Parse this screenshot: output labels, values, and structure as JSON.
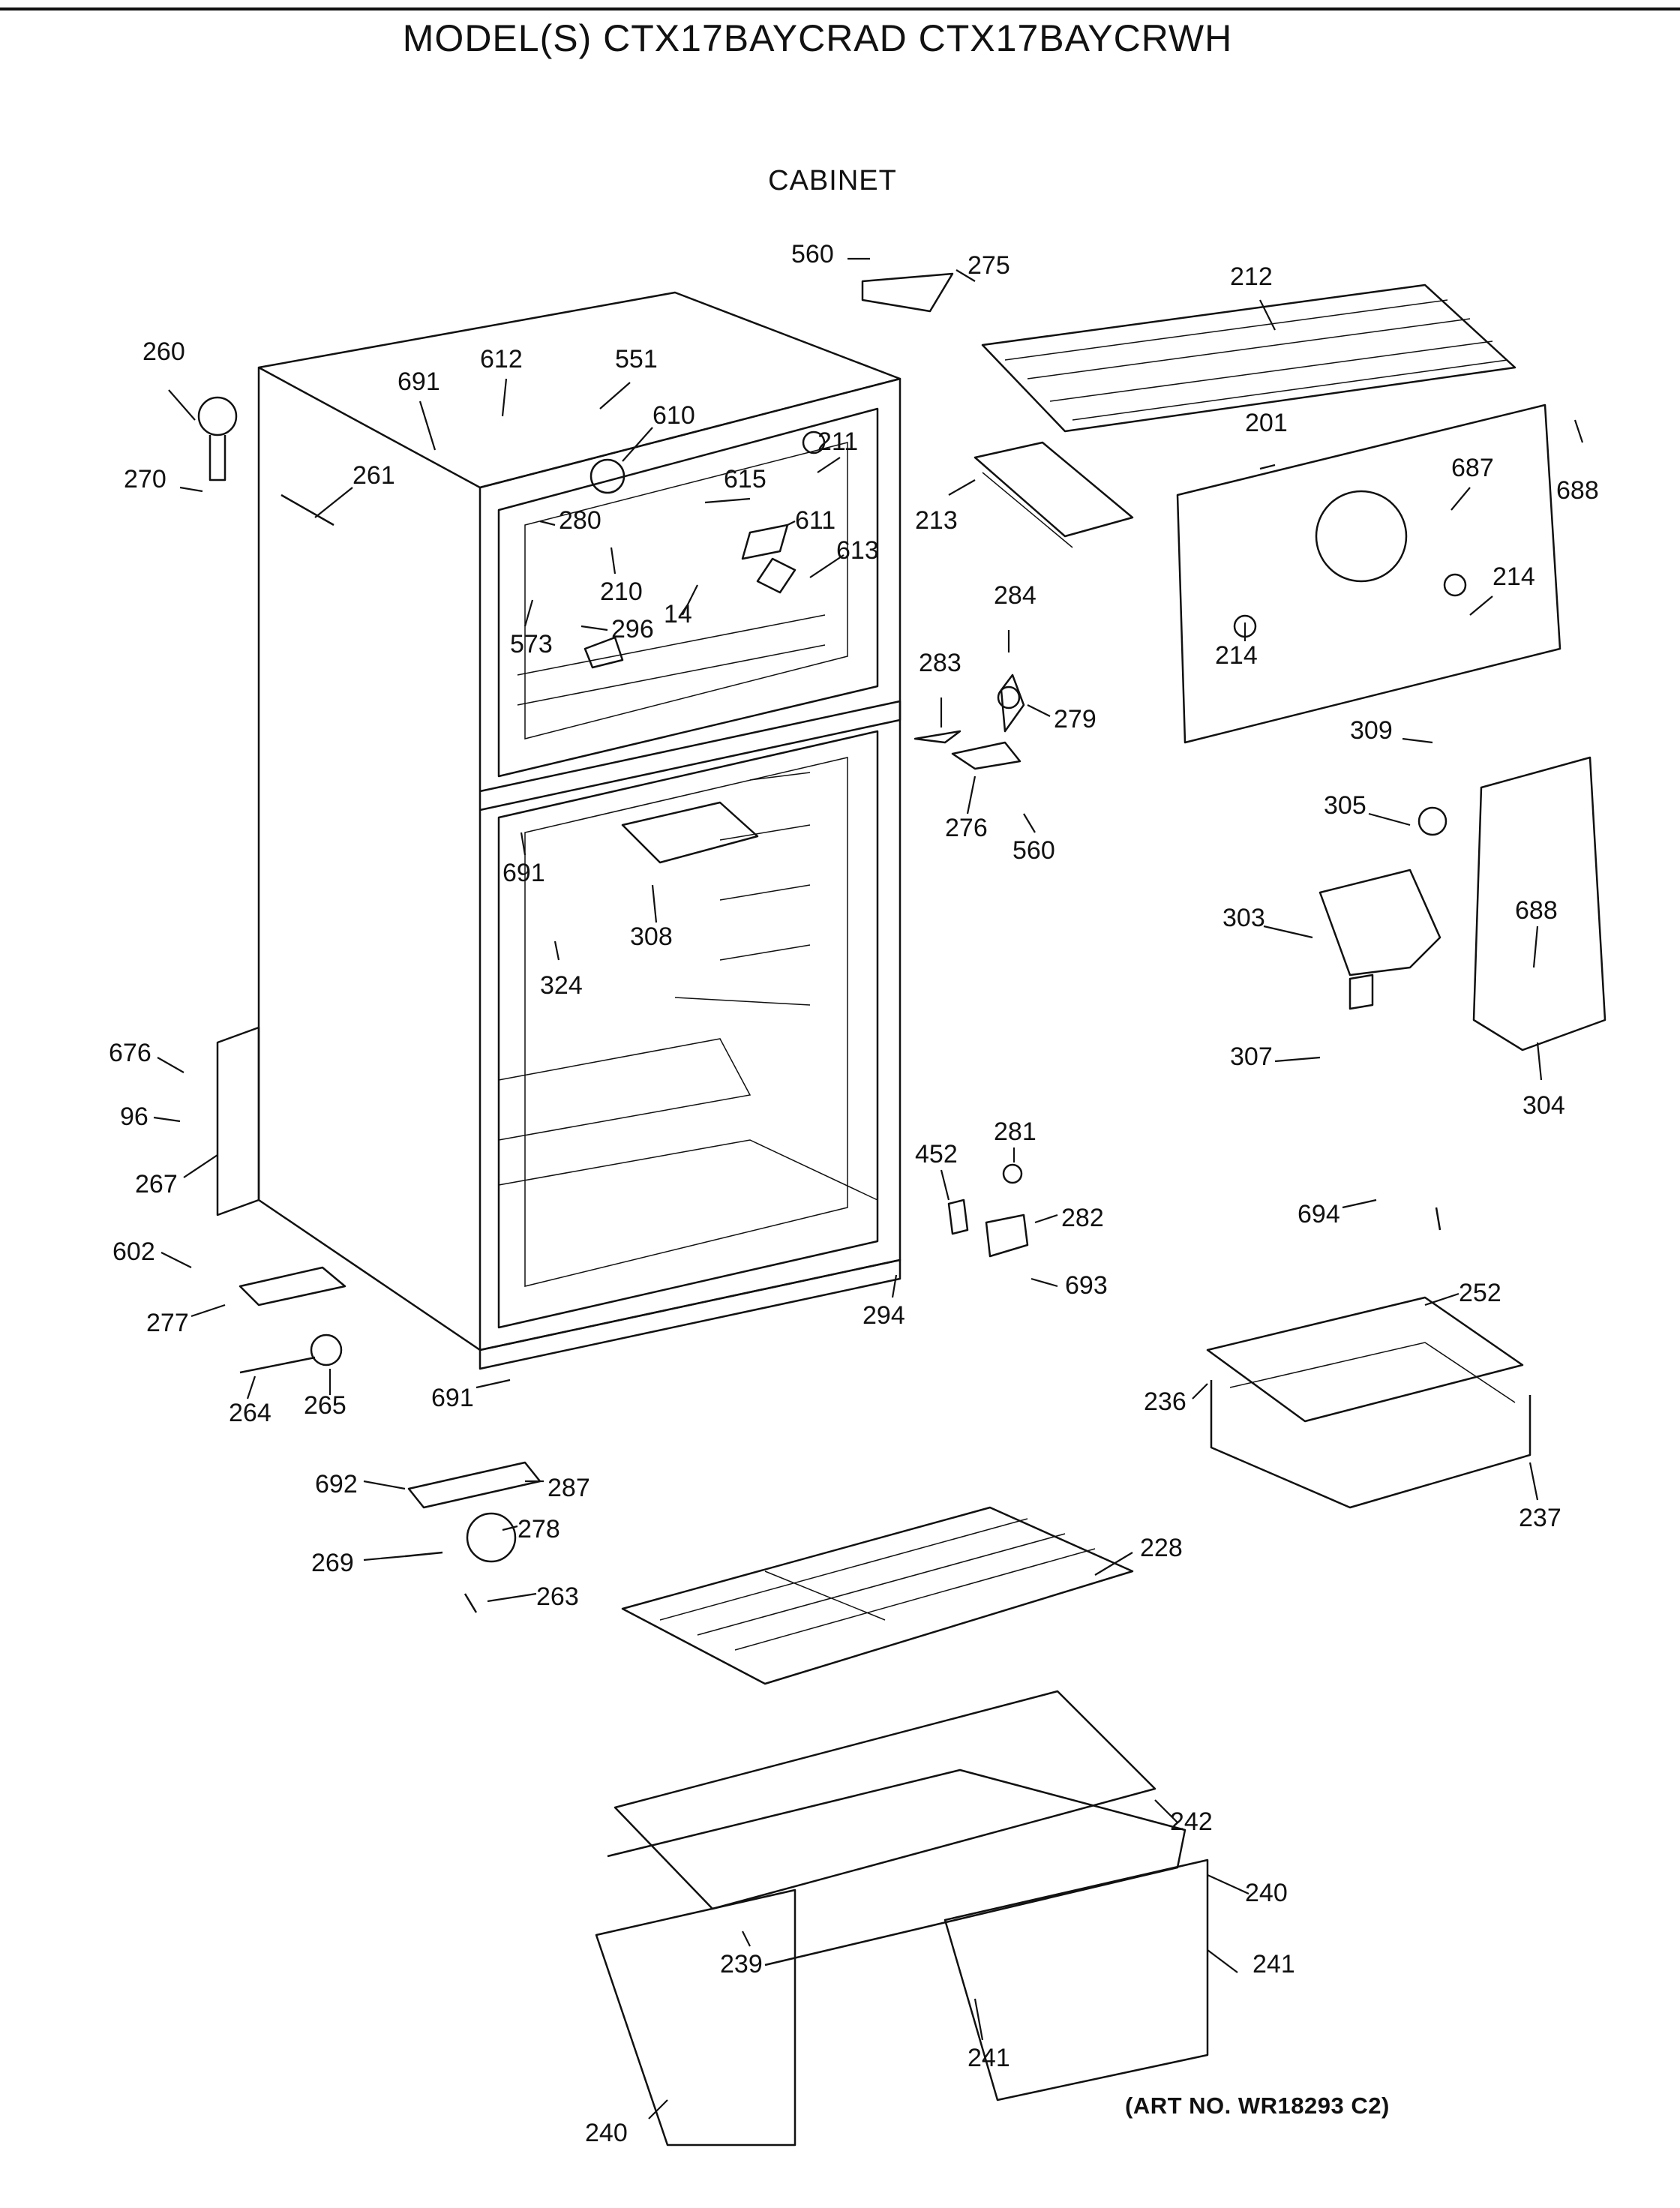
{
  "header": {
    "title": "MODEL(S) CTX17BAYCRAD  CTX17BAYCRWH",
    "section": "CABINET"
  },
  "footer": {
    "art_number": "(ART NO. WR18293 C2)"
  },
  "callouts": [
    "560",
    "275",
    "212",
    "260",
    "691",
    "612",
    "551",
    "610",
    "615",
    "211",
    "201",
    "687",
    "688",
    "270",
    "261",
    "280",
    "611",
    "213",
    "613",
    "210",
    "14",
    "573",
    "296",
    "284",
    "214",
    "214",
    "283",
    "279",
    "309",
    "276",
    "560",
    "305",
    "691",
    "308",
    "688",
    "303",
    "324",
    "676",
    "307",
    "304",
    "96",
    "452",
    "281",
    "267",
    "282",
    "694",
    "602",
    "693",
    "294",
    "252",
    "277",
    "236",
    "691",
    "265",
    "264",
    "237",
    "692",
    "287",
    "278",
    "269",
    "228",
    "263",
    "242",
    "240",
    "241",
    "239",
    "241",
    "240"
  ]
}
